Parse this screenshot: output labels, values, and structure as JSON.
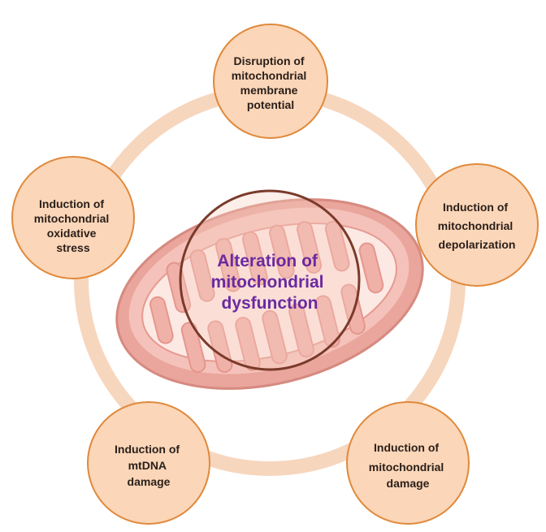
{
  "center": {
    "lines": [
      "Alteration of",
      "mitochondrial",
      "dysfunction"
    ]
  },
  "nodes": [
    {
      "id": "top",
      "lines": [
        "Disruption of",
        "mitochondrial",
        "membrane",
        "potential"
      ]
    },
    {
      "id": "right",
      "lines": [
        "Induction of",
        "mitochondrial",
        "depolarization"
      ]
    },
    {
      "id": "bottom-right",
      "lines": [
        "Induction of",
        "mitochondrial",
        "damage"
      ]
    },
    {
      "id": "bottom-left",
      "lines": [
        "Induction of",
        "mtDNA",
        "damage"
      ]
    },
    {
      "id": "left",
      "lines": [
        "Induction of",
        "mitochondrial",
        "oxidative",
        "stress"
      ]
    }
  ],
  "colors": {
    "ring": "#f7d6be",
    "node_fill": "#fbd6b8",
    "node_stroke": "#e0893c",
    "center_stroke": "#7a3a2a",
    "center_text": "#6a2aa0",
    "mito_outer": "#e9a39b",
    "mito_inner": "#fde9e4",
    "cristae": "#e5968d"
  },
  "icons": {
    "center_illustration": "mitochondrion-icon"
  }
}
